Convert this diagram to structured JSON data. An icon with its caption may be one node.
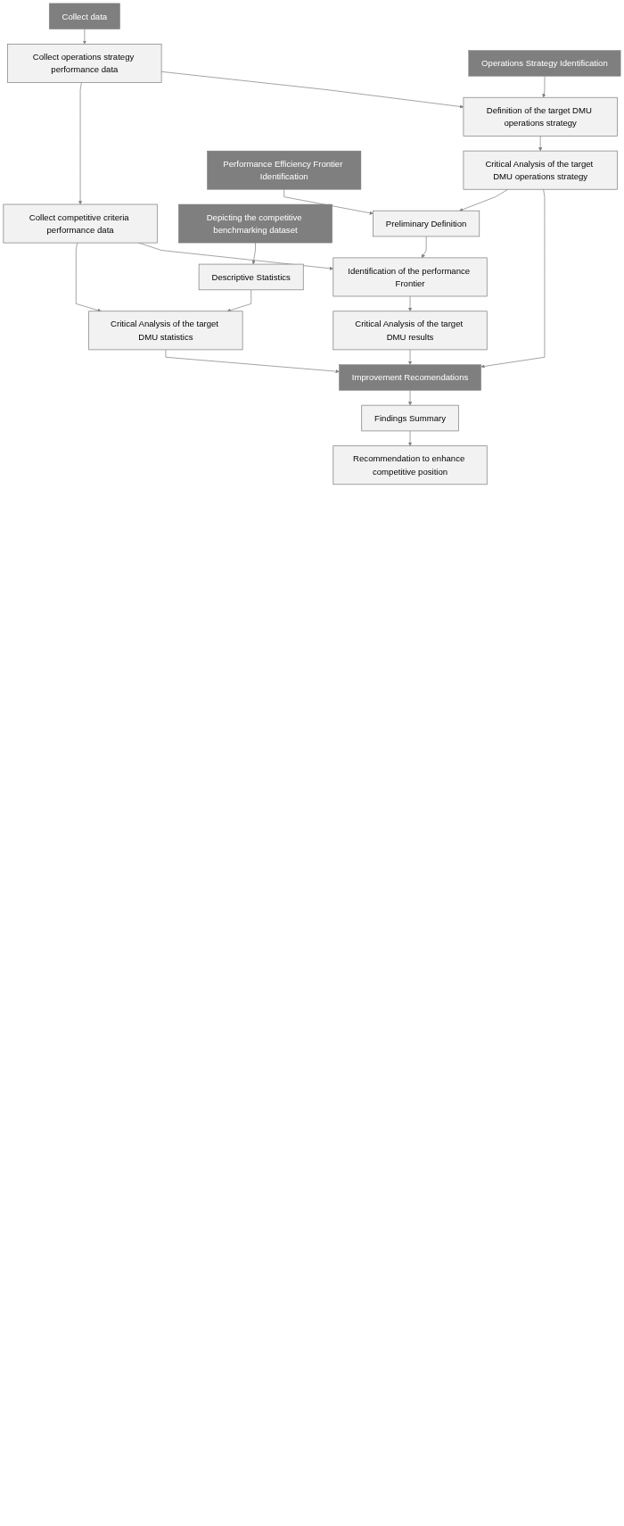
{
  "diagram": {
    "nodes": [
      {
        "text": [
          "Collect data"
        ]
      },
      {
        "text": [
          "Collect operations strategy performance data"
        ]
      },
      {
        "text": [
          "Collect competitive criteria performance data"
        ]
      },
      {
        "text": [
          "Depicting the competitive benchmarking dataset"
        ]
      },
      {
        "text": [
          "Descriptive Statistics"
        ]
      },
      {
        "text": [
          "Critical Analysis of the target DMU statistics"
        ]
      },
      {
        "text": [
          "Operations Strategy Identification"
        ]
      },
      {
        "text": [
          "Definition of the target DMU operations strategy"
        ]
      },
      {
        "text": [
          "Critical Analysis of the target DMU operations strategy"
        ]
      },
      {
        "text": [
          "Performance Efficiency Frontier Identification"
        ]
      },
      {
        "text": [
          "Preliminary Definition"
        ]
      },
      {
        "text": [
          "Identification of the performance Frontier"
        ]
      },
      {
        "text": [
          "Critical Analysis of the target DMU results"
        ]
      },
      {
        "text": [
          "Improvement Recomendations"
        ]
      },
      {
        "text": [
          "Findings Summary"
        ]
      },
      {
        "text": [
          "Recommendation to enhance competitive position"
        ]
      }
    ],
    "edges": [
      {
        "from": 0,
        "to": 1,
        "arrow": "to"
      },
      {
        "from": 1,
        "to": 2,
        "arrow": "to"
      },
      {
        "from": 3,
        "to": 4,
        "arrow": "to"
      },
      {
        "from": 4,
        "to": 5,
        "arrow": "to"
      },
      {
        "from": 2,
        "to": 5,
        "arrow": "to"
      },
      {
        "from": 6,
        "to": 7,
        "arrow": "to"
      },
      {
        "from": 1,
        "to": 7,
        "arrow": "to"
      },
      {
        "from": 7,
        "to": 8,
        "arrow": "to"
      },
      {
        "from": 9,
        "to": 10,
        "arrow": "to"
      },
      {
        "from": 8,
        "to": 10,
        "arrow": "to"
      },
      {
        "from": 10,
        "to": 11,
        "arrow": "to"
      },
      {
        "from": 2,
        "to": 11,
        "arrow": "to"
      },
      {
        "from": 11,
        "to": 12,
        "arrow": "to"
      },
      {
        "from": 5,
        "to": 13,
        "arrow": "to"
      },
      {
        "from": 8,
        "to": 13,
        "arrow": "to"
      },
      {
        "from": 12,
        "to": 13,
        "arrow": "to"
      },
      {
        "from": 13,
        "to": 14,
        "arrow": "to"
      },
      {
        "from": 14,
        "to": 15,
        "arrow": "to"
      }
    ]
  }
}
